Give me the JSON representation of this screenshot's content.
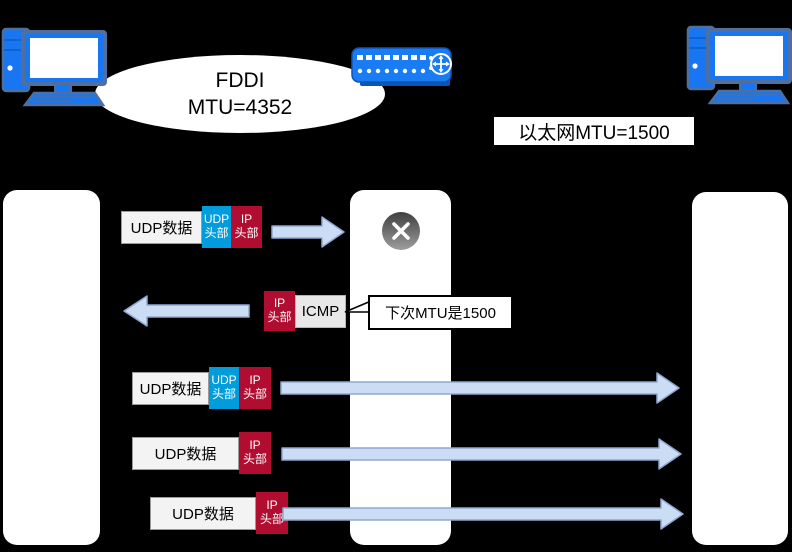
{
  "colors": {
    "background": "#000000",
    "device_blue": "#1976f2",
    "device_outline": "#4f6f9e",
    "udp_header_blue": "#009cdc",
    "ip_header_red": "#b00d31",
    "arrow_fill": "#cbdcf5",
    "arrow_stroke": "#90a8d0",
    "bar_white": "#ffffff"
  },
  "cloud": {
    "line1": "FDDI",
    "line2": "MTU=4352"
  },
  "ethernet_label": "以太网MTU=1500",
  "callout": {
    "text": "下次MTU是1500"
  },
  "labels": {
    "udp_data": "UDP数据",
    "udp_header_line1": "UDP",
    "udp_header_line2": "头部",
    "ip_header_line1": "IP",
    "ip_header_line2": "头部",
    "icmp": "ICMP"
  },
  "icons": {
    "left_host": "computer-icon",
    "right_host": "computer-icon",
    "router": "router-icon",
    "error": "error-x-icon"
  }
}
